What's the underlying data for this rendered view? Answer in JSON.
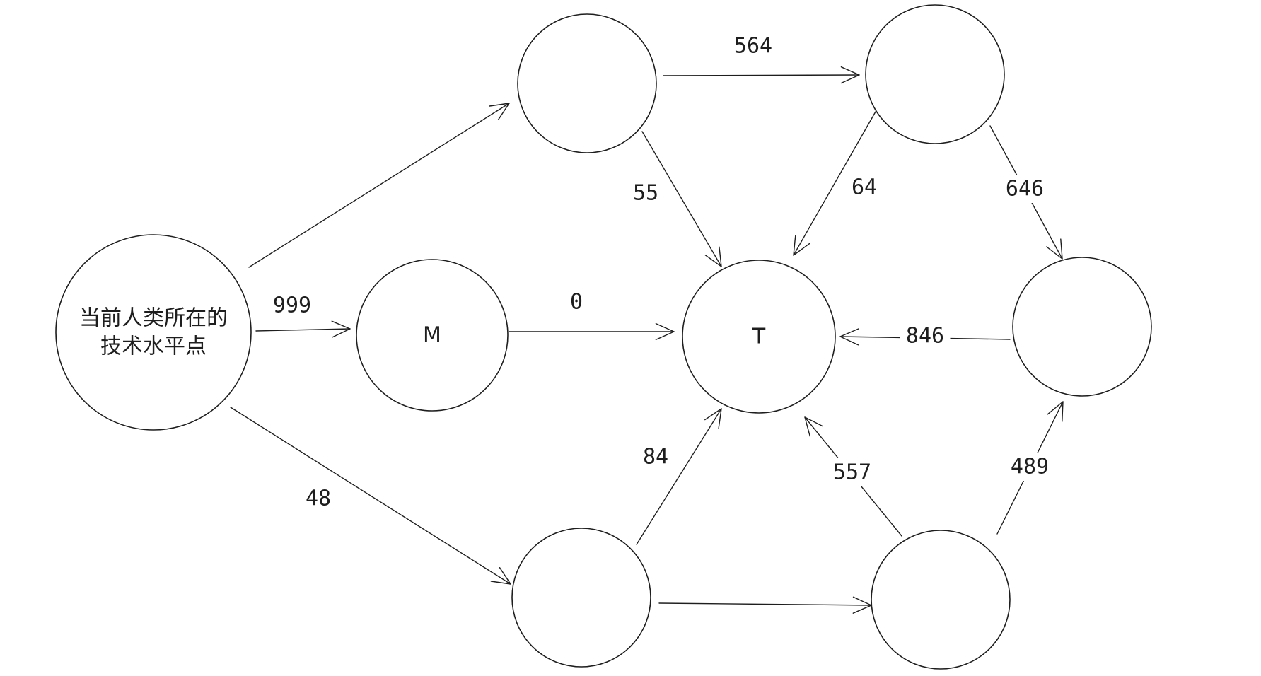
{
  "diagram": {
    "nodes": [
      {
        "id": "start",
        "lines": [
          "当前人类所在的",
          "技术水平点"
        ]
      },
      {
        "id": "m",
        "lines": [
          "M"
        ]
      },
      {
        "id": "t",
        "lines": [
          "T"
        ]
      },
      {
        "id": "top_left",
        "lines": []
      },
      {
        "id": "top_right",
        "lines": []
      },
      {
        "id": "right",
        "lines": []
      },
      {
        "id": "bottom_left",
        "lines": []
      },
      {
        "id": "bottom_right",
        "lines": []
      }
    ],
    "edges": [
      {
        "id": "start-top_left",
        "from": "start",
        "to": "top_left",
        "label": ""
      },
      {
        "id": "start-m",
        "from": "start",
        "to": "m",
        "label": "999"
      },
      {
        "id": "start-bottom_left",
        "from": "start",
        "to": "bottom_left",
        "label": "48"
      },
      {
        "id": "m-t",
        "from": "m",
        "to": "t",
        "label": "0"
      },
      {
        "id": "top_left-top_right",
        "from": "top_left",
        "to": "top_right",
        "label": "564"
      },
      {
        "id": "top_left-t",
        "from": "top_left",
        "to": "t",
        "label": "55"
      },
      {
        "id": "top_right-t",
        "from": "top_right",
        "to": "t",
        "label": "64"
      },
      {
        "id": "top_right-right",
        "from": "top_right",
        "to": "right",
        "label": "646"
      },
      {
        "id": "right-t",
        "from": "right",
        "to": "t",
        "label": "846"
      },
      {
        "id": "bottom_left-t",
        "from": "bottom_left",
        "to": "t",
        "label": "84"
      },
      {
        "id": "bottom_left-bottom_right",
        "from": "bottom_left",
        "to": "bottom_right",
        "label": ""
      },
      {
        "id": "bottom_right-t",
        "from": "bottom_right",
        "to": "t",
        "label": "557"
      },
      {
        "id": "bottom_right-right",
        "from": "bottom_right",
        "to": "right",
        "label": "489"
      }
    ]
  }
}
